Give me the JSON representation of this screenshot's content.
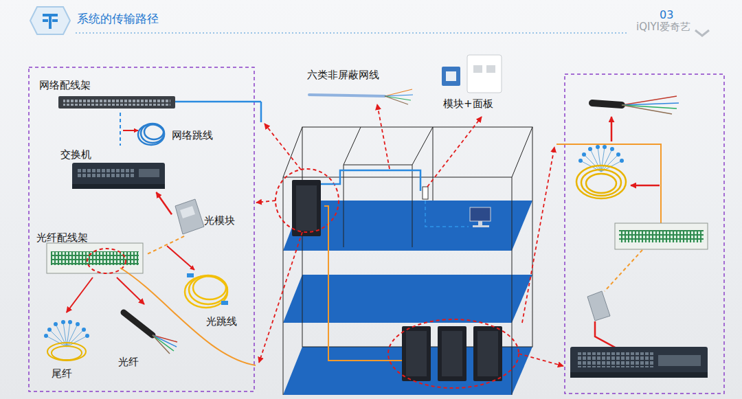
{
  "diagram": {
    "title": "系统的传输路径",
    "nodes": [
      {
        "text": [
          "网络配线架"
        ]
      },
      {
        "text": [
          "网络跳线"
        ]
      },
      {
        "text": [
          "交换机"
        ]
      },
      {
        "text": [
          "光模块"
        ]
      },
      {
        "text": [
          "光纤配线架"
        ]
      },
      {
        "text": [
          "光跳线"
        ]
      },
      {
        "text": [
          "尾纤"
        ]
      },
      {
        "text": [
          "光纤"
        ]
      },
      {
        "text": [
          "六类非屏蔽网线"
        ]
      },
      {
        "text": [
          "模块+面板"
        ]
      }
    ],
    "edges": [
      {
        "from": 0,
        "to": 2,
        "arrow": "none"
      },
      {
        "from": 3,
        "to": 2,
        "arrow": "to"
      },
      {
        "from": 4,
        "to": 3,
        "arrow": "none"
      },
      {
        "from": 4,
        "to": 6,
        "arrow": "to"
      },
      {
        "from": 4,
        "to": 7,
        "arrow": "to"
      }
    ],
    "labels": [
      "03",
      "iQIYI爱奇艺"
    ]
  }
}
